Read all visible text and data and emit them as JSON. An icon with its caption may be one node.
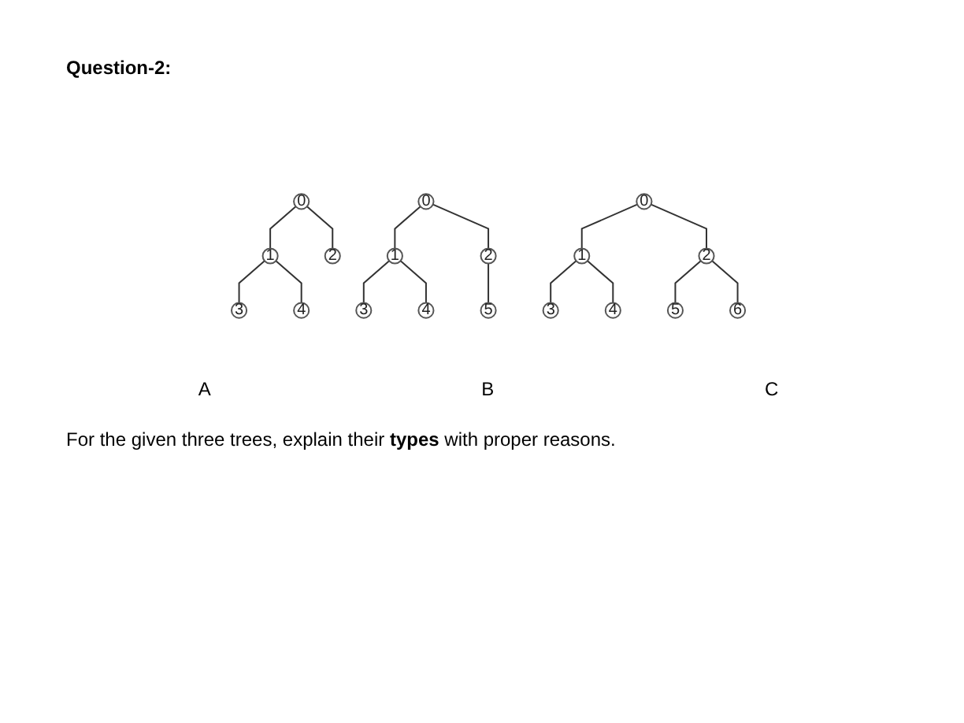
{
  "diagram": {
    "title": "Question-2:",
    "caption": "For the given three trees, explain their **types** with proper reasons.",
    "nodes": [
      {
        "text": [
          "0"
        ]
      },
      {
        "text": [
          "1"
        ]
      },
      {
        "text": [
          "2"
        ]
      },
      {
        "text": [
          "3"
        ]
      },
      {
        "text": [
          "4"
        ]
      },
      {
        "text": [
          "0"
        ]
      },
      {
        "text": [
          "1"
        ]
      },
      {
        "text": [
          "2"
        ]
      },
      {
        "text": [
          "3"
        ]
      },
      {
        "text": [
          "4"
        ]
      },
      {
        "text": [
          "5"
        ]
      },
      {
        "text": [
          "0"
        ]
      },
      {
        "text": [
          "1"
        ]
      },
      {
        "text": [
          "2"
        ]
      },
      {
        "text": [
          "3"
        ]
      },
      {
        "text": [
          "4"
        ]
      },
      {
        "text": [
          "5"
        ]
      },
      {
        "text": [
          "6"
        ]
      }
    ],
    "edges": [
      {
        "from": 0,
        "to": 1,
        "arrow": "none"
      },
      {
        "from": 0,
        "to": 2,
        "arrow": "none"
      },
      {
        "from": 1,
        "to": 3,
        "arrow": "none"
      },
      {
        "from": 1,
        "to": 4,
        "arrow": "none"
      },
      {
        "from": 5,
        "to": 6,
        "arrow": "none"
      },
      {
        "from": 5,
        "to": 7,
        "arrow": "none"
      },
      {
        "from": 6,
        "to": 8,
        "arrow": "none"
      },
      {
        "from": 6,
        "to": 9,
        "arrow": "none"
      },
      {
        "from": 7,
        "to": 10,
        "arrow": "none"
      },
      {
        "from": 11,
        "to": 12,
        "arrow": "none"
      },
      {
        "from": 11,
        "to": 13,
        "arrow": "none"
      },
      {
        "from": 12,
        "to": 14,
        "arrow": "none"
      },
      {
        "from": 12,
        "to": 15,
        "arrow": "none"
      },
      {
        "from": 13,
        "to": 16,
        "arrow": "none"
      },
      {
        "from": 13,
        "to": 17,
        "arrow": "none"
      }
    ],
    "labels": [
      "A",
      "B",
      "C"
    ]
  }
}
